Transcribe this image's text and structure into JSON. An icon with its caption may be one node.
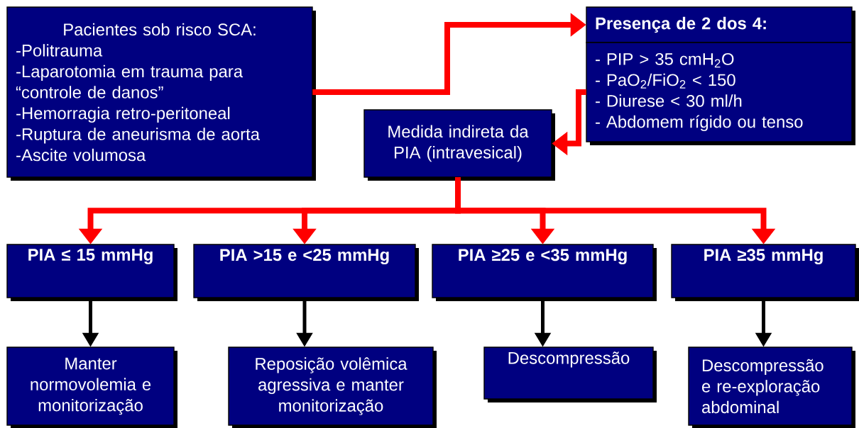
{
  "diagram": {
    "nodes": [
      {
        "text": [
          "Pacientes sob risco SCA:",
          "-Politrauma",
          "-Laparotomia em trauma para “controle de danos”",
          "-Hemorragia retro-peritoneal",
          "-Ruptura de aneurisma de aorta",
          "-Ascite volumosa"
        ]
      },
      {
        "text": [
          "Presença de 2 dos 4:"
        ]
      },
      {
        "text": [
          "- PIP > 35 cmH$_{2}$O",
          "- PaO$_{2}$/FiO$_{2}$ < 150",
          "- Diurese < 30 ml/h",
          "- Abdomem rígido ou tenso"
        ]
      },
      {
        "text": [
          "Medida indireta da PIA (intravesical)"
        ]
      },
      {
        "text": [
          "PIA ≤ 15 mmHg"
        ]
      },
      {
        "text": [
          "PIA >15 e <25 mmHg"
        ]
      },
      {
        "text": [
          "PIA ≥25 e <35 mmHg"
        ]
      },
      {
        "text": [
          "PIA ≥35 mmHg"
        ]
      },
      {
        "text": [
          "Manter normovolemia e monitorização"
        ]
      },
      {
        "text": [
          "Reposição volêmica agressiva e manter monitorização"
        ]
      },
      {
        "text": [
          "Descompressão"
        ]
      },
      {
        "text": [
          "Descompressão e re-exploração abdominal"
        ]
      }
    ],
    "edges": [
      {
        "from": 0,
        "to": 1,
        "arrow": "to"
      },
      {
        "from": 2,
        "to": 3,
        "arrow": "to"
      },
      {
        "from": 3,
        "to": 4,
        "arrow": "to"
      },
      {
        "from": 3,
        "to": 5,
        "arrow": "to"
      },
      {
        "from": 3,
        "to": 6,
        "arrow": "to"
      },
      {
        "from": 3,
        "to": 7,
        "arrow": "to"
      },
      {
        "from": 4,
        "to": 8,
        "arrow": "to",
        "color": "#000000"
      },
      {
        "from": 5,
        "to": 9,
        "arrow": "to",
        "color": "#000000"
      },
      {
        "from": 6,
        "to": 10,
        "arrow": "to",
        "color": "#000000"
      },
      {
        "from": 7,
        "to": 11,
        "arrow": "to",
        "color": "#000000"
      }
    ]
  }
}
